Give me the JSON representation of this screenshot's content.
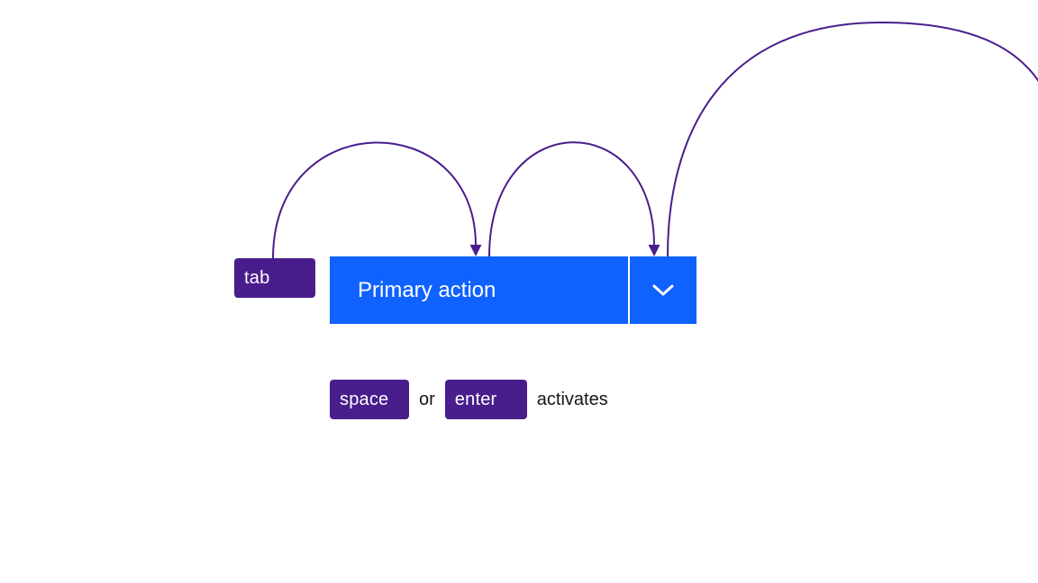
{
  "diagram": {
    "keys": {
      "tab": "tab",
      "space": "space",
      "enter": "enter"
    },
    "button": {
      "label": "Primary action",
      "chevron_icon": "chevron-down-icon"
    },
    "caption": {
      "or_text": "or",
      "activates_text": "activates"
    },
    "arcs": [
      "tab-key-to-primary-action",
      "primary-action-to-chevron",
      "chevron-to-offscreen-next"
    ],
    "colors": {
      "button_blue": "#0f62fe",
      "key_purple": "#491d8b",
      "arc_purple": "#491d8b",
      "text_dark": "#161616",
      "background": "#ffffff"
    }
  }
}
